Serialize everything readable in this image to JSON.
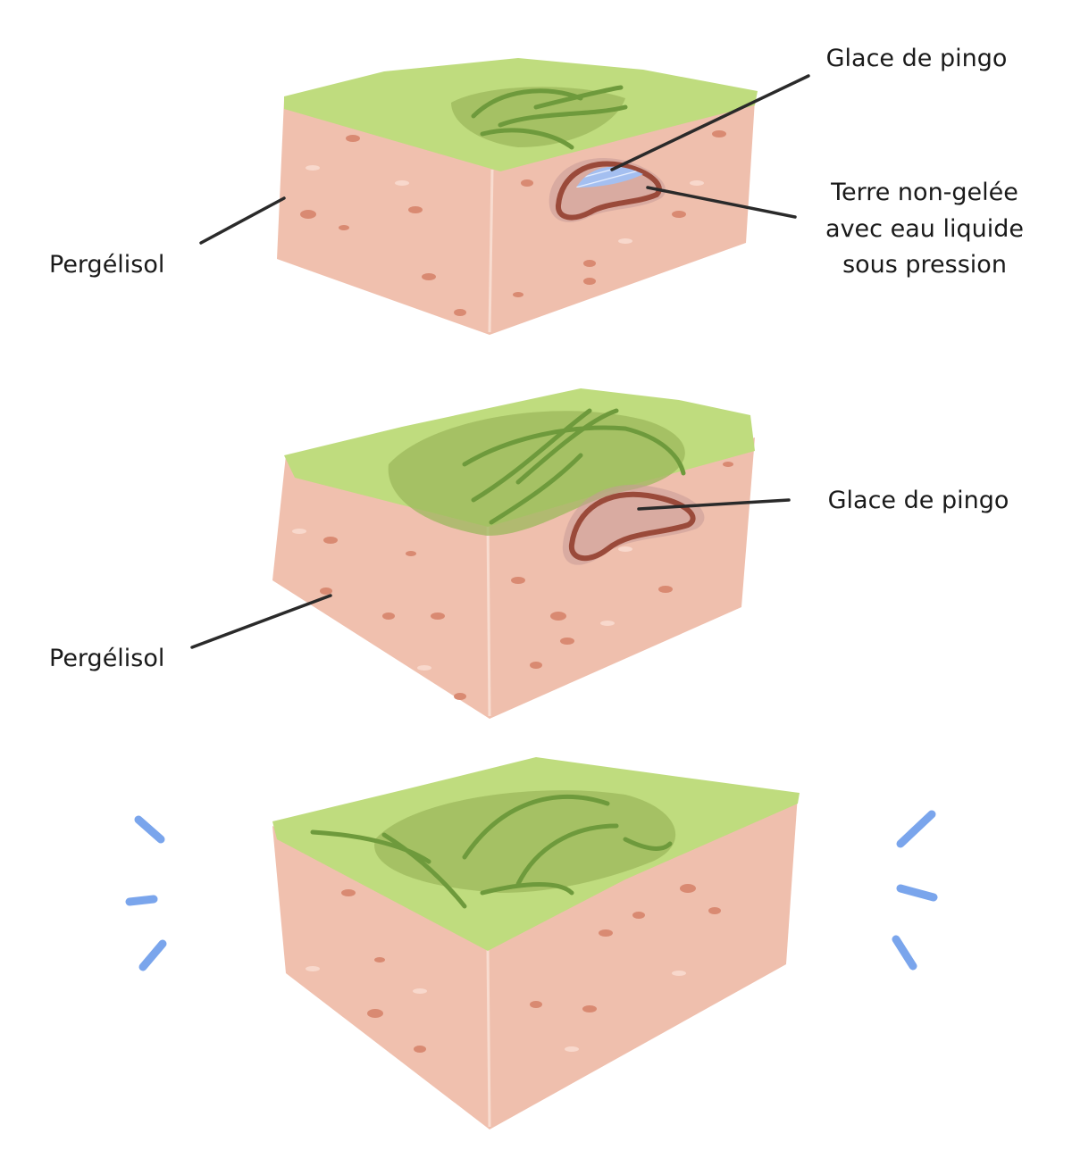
{
  "diagram": {
    "block1": {
      "label_ice": "Glace de pingo",
      "label_unfrozen": [
        "Terre non-gelée",
        "avec eau liquide",
        "sous pression"
      ],
      "label_permafrost": "Pergélisol"
    },
    "block2": {
      "label_ice": "Glace de pingo",
      "label_permafrost": "Pergélisol"
    },
    "block3": {}
  },
  "colors": {
    "grass": "#bfdc7e",
    "soil": "#f0c0ae",
    "ice": "#a4bff0",
    "vibration": "#7aa5ec"
  }
}
